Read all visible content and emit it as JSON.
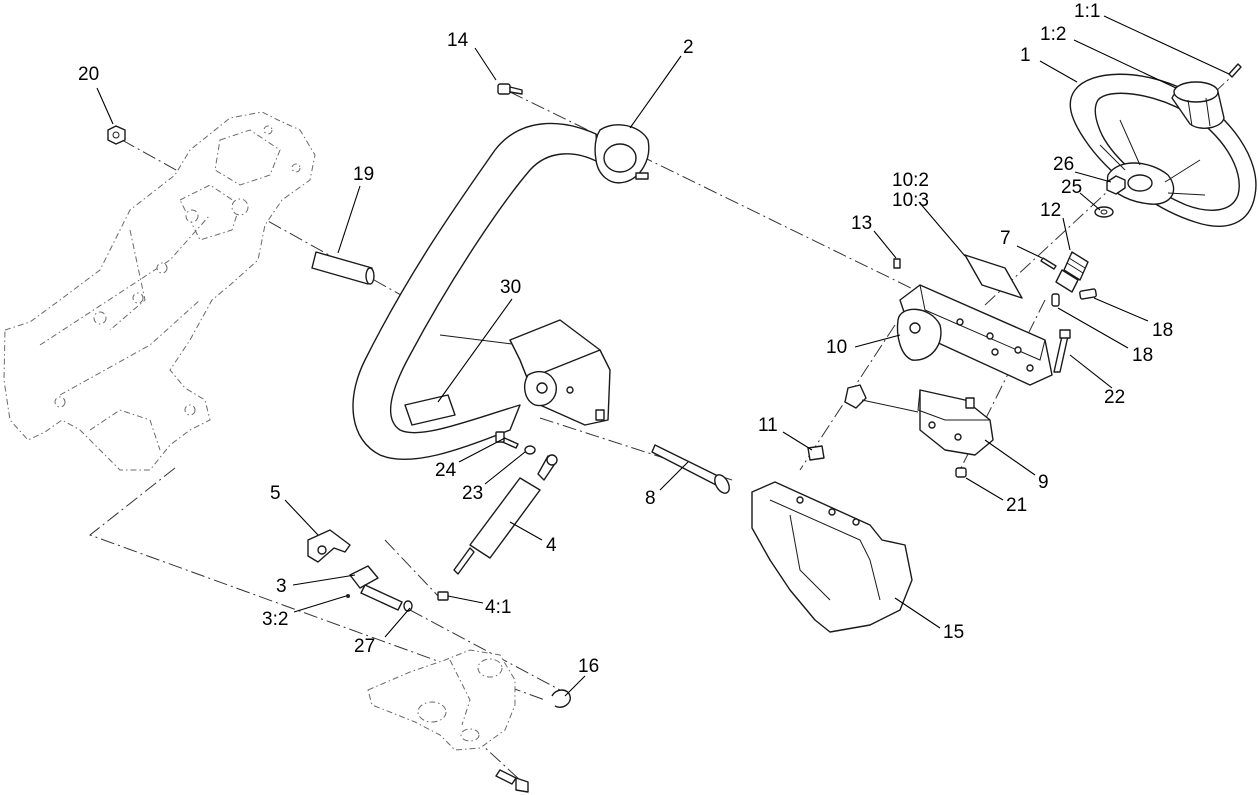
{
  "diagram": {
    "callouts": [
      {
        "id": "c-1-1",
        "text": "1:1"
      },
      {
        "id": "c-1-2",
        "text": "1:2"
      },
      {
        "id": "c-1",
        "text": "1"
      },
      {
        "id": "c-2",
        "text": "2"
      },
      {
        "id": "c-14",
        "text": "14"
      },
      {
        "id": "c-20",
        "text": "20"
      },
      {
        "id": "c-19",
        "text": "19"
      },
      {
        "id": "c-26",
        "text": "26"
      },
      {
        "id": "c-25",
        "text": "25"
      },
      {
        "id": "c-12",
        "text": "12"
      },
      {
        "id": "c-10-2",
        "text": "10:2"
      },
      {
        "id": "c-10-3",
        "text": "10:3"
      },
      {
        "id": "c-13",
        "text": "13"
      },
      {
        "id": "c-7",
        "text": "7"
      },
      {
        "id": "c-18a",
        "text": "18"
      },
      {
        "id": "c-18b",
        "text": "18"
      },
      {
        "id": "c-10",
        "text": "10"
      },
      {
        "id": "c-30",
        "text": "30"
      },
      {
        "id": "c-22",
        "text": "22"
      },
      {
        "id": "c-11",
        "text": "11"
      },
      {
        "id": "c-9",
        "text": "9"
      },
      {
        "id": "c-24",
        "text": "24"
      },
      {
        "id": "c-23",
        "text": "23"
      },
      {
        "id": "c-8",
        "text": "8"
      },
      {
        "id": "c-21",
        "text": "21"
      },
      {
        "id": "c-5",
        "text": "5"
      },
      {
        "id": "c-4",
        "text": "4"
      },
      {
        "id": "c-3",
        "text": "3"
      },
      {
        "id": "c-3-2",
        "text": "3:2"
      },
      {
        "id": "c-4-1",
        "text": "4:1"
      },
      {
        "id": "c-27",
        "text": "27"
      },
      {
        "id": "c-15",
        "text": "15"
      },
      {
        "id": "c-16",
        "text": "16"
      }
    ]
  }
}
